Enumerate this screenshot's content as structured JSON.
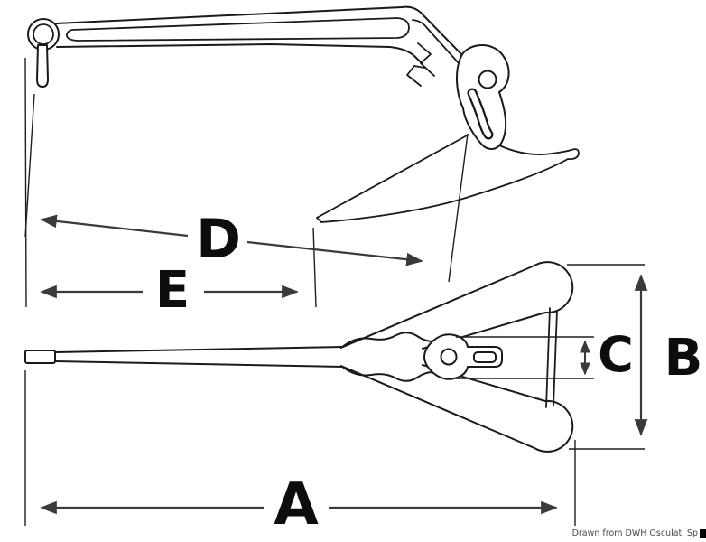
{
  "diagram": {
    "kind": "anchor-dimension-drawing",
    "views": {
      "side_view": "plough anchor side elevation with shackle, shank, pivot and fluke",
      "plan_view": "plough anchor top view with shank bar and V-shaped fluke"
    },
    "dimension_labels": {
      "a": "A",
      "b": "B",
      "c": "C",
      "d": "D",
      "e": "E"
    },
    "credit": "Drawn from DWH Osculati Sp",
    "colors": {
      "background": "#ffffff",
      "line_art": "#1a1a1a",
      "dimension_lines": "#3a3a3a",
      "labels": "#0d0d0d",
      "credit_text": "#4a4a4a"
    }
  }
}
